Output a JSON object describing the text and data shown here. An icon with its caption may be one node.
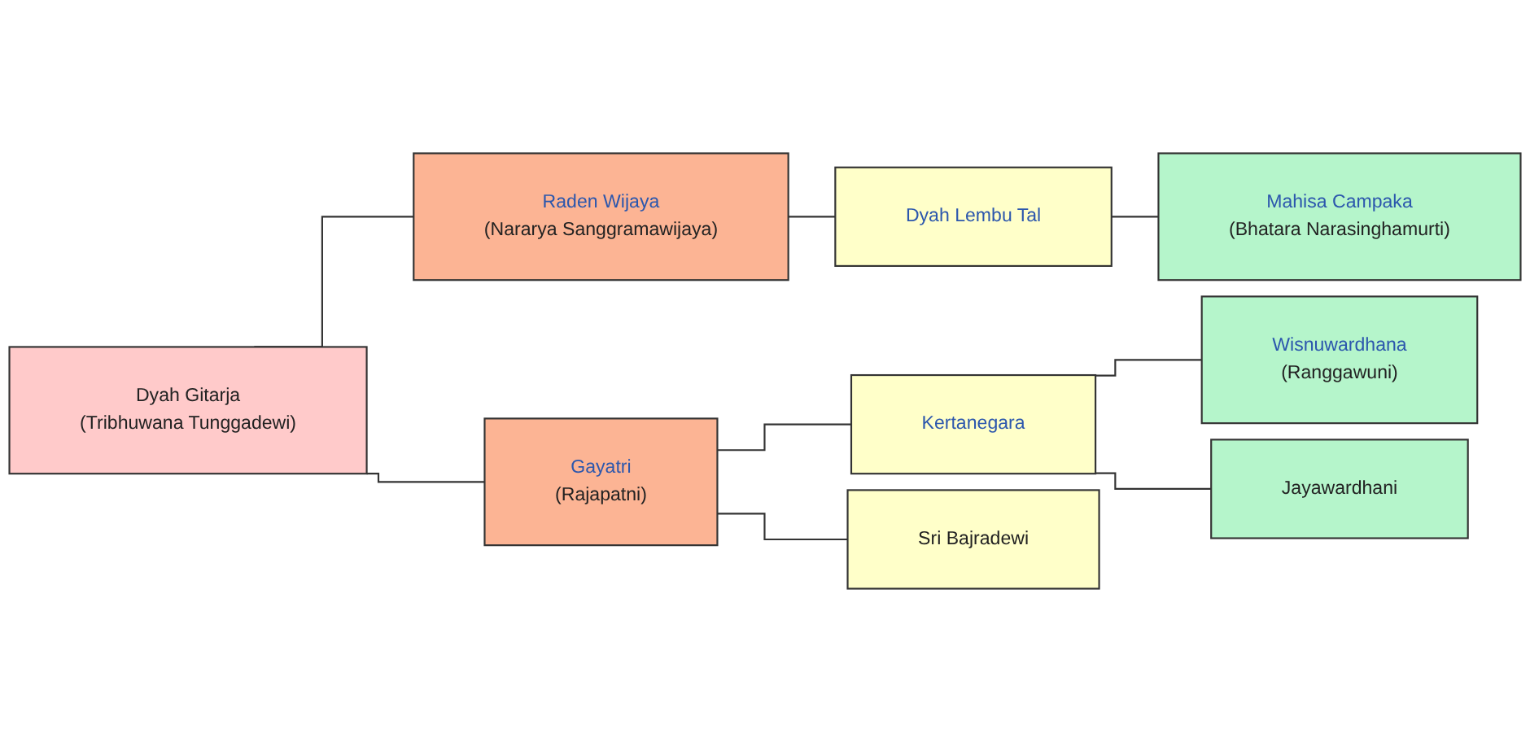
{
  "diagram": {
    "nodes": [
      {
        "text": [
          "Raden Wijaya",
          "(Nararya Sanggramawijaya)"
        ]
      },
      {
        "text": [
          "Mahisa Campaka",
          "(Bhatara Narasinghamurti)"
        ]
      },
      {
        "text": [
          "Dyah Lembu Tal"
        ]
      },
      {
        "text": [
          "Dyah Gitarja",
          "(Tribhuwana Tunggadewi)"
        ]
      },
      {
        "text": [
          "Wisnuwardhana",
          "(Ranggawuni)"
        ]
      },
      {
        "text": [
          "Kertanegara"
        ]
      },
      {
        "text": [
          "Jayawardhani"
        ]
      },
      {
        "text": [
          "Gayatri",
          "(Rajapatni)"
        ]
      },
      {
        "text": [
          "Sri Bajradewi"
        ]
      }
    ],
    "edges": [
      {
        "from": 3,
        "to": 0,
        "arrow": "none"
      },
      {
        "from": 3,
        "to": 7,
        "arrow": "none"
      },
      {
        "from": 0,
        "to": 2,
        "arrow": "none"
      },
      {
        "from": 2,
        "to": 1,
        "arrow": "none"
      },
      {
        "from": 7,
        "to": 5,
        "arrow": "none"
      },
      {
        "from": 7,
        "to": 8,
        "arrow": "none"
      },
      {
        "from": 5,
        "to": 4,
        "arrow": "none"
      },
      {
        "from": 5,
        "to": 6,
        "arrow": "none"
      }
    ]
  }
}
